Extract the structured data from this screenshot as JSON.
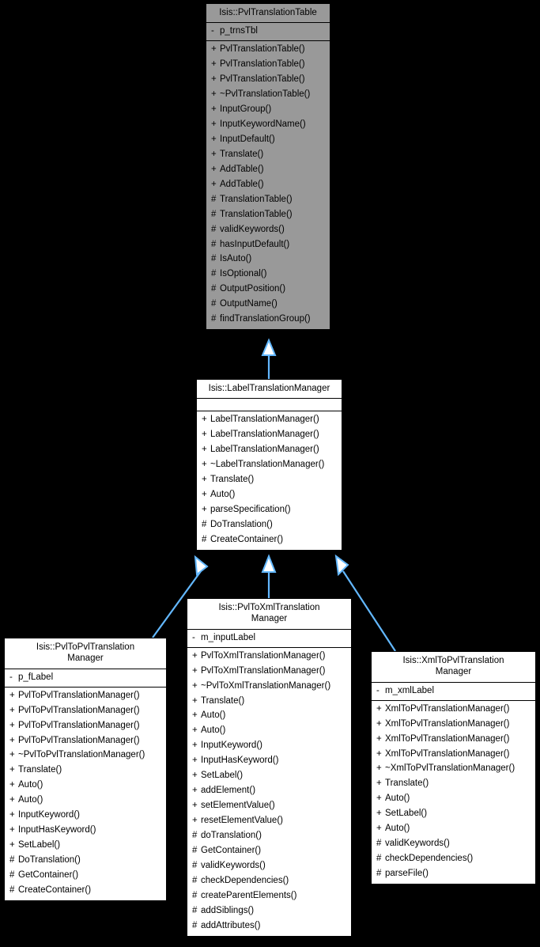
{
  "diagram": {
    "type": "uml-class-inheritance",
    "background_color": "#000000",
    "base_class_fill": "#999999",
    "derived_class_fill": "#ffffff",
    "border_color": "#000000",
    "arrow_color": "#63b8ff",
    "relationship": "inheritance"
  },
  "classes": {
    "pvl_translation_table": {
      "name": "Isis::PvlTranslationTable",
      "attributes": [
        {
          "visibility": "-",
          "label": "p_trnsTbl"
        }
      ],
      "operations": [
        {
          "visibility": "+",
          "label": "PvlTranslationTable()"
        },
        {
          "visibility": "+",
          "label": "PvlTranslationTable()"
        },
        {
          "visibility": "+",
          "label": "PvlTranslationTable()"
        },
        {
          "visibility": "+",
          "label": "~PvlTranslationTable()"
        },
        {
          "visibility": "+",
          "label": "InputGroup()"
        },
        {
          "visibility": "+",
          "label": "InputKeywordName()"
        },
        {
          "visibility": "+",
          "label": "InputDefault()"
        },
        {
          "visibility": "+",
          "label": "Translate()"
        },
        {
          "visibility": "+",
          "label": "AddTable()"
        },
        {
          "visibility": "+",
          "label": "AddTable()"
        },
        {
          "visibility": "#",
          "label": "TranslationTable()"
        },
        {
          "visibility": "#",
          "label": "TranslationTable()"
        },
        {
          "visibility": "#",
          "label": "validKeywords()"
        },
        {
          "visibility": "#",
          "label": "hasInputDefault()"
        },
        {
          "visibility": "#",
          "label": "IsAuto()"
        },
        {
          "visibility": "#",
          "label": "IsOptional()"
        },
        {
          "visibility": "#",
          "label": "OutputPosition()"
        },
        {
          "visibility": "#",
          "label": "OutputName()"
        },
        {
          "visibility": "#",
          "label": "findTranslationGroup()"
        }
      ]
    },
    "label_translation_manager": {
      "name": "Isis::LabelTranslationManager",
      "attributes": [],
      "operations": [
        {
          "visibility": "+",
          "label": "LabelTranslationManager()"
        },
        {
          "visibility": "+",
          "label": "LabelTranslationManager()"
        },
        {
          "visibility": "+",
          "label": "LabelTranslationManager()"
        },
        {
          "visibility": "+",
          "label": "~LabelTranslationManager()"
        },
        {
          "visibility": "+",
          "label": "Translate()"
        },
        {
          "visibility": "+",
          "label": "Auto()"
        },
        {
          "visibility": "+",
          "label": "parseSpecification()"
        },
        {
          "visibility": "#",
          "label": "DoTranslation()"
        },
        {
          "visibility": "#",
          "label": "CreateContainer()"
        }
      ]
    },
    "pvl_to_pvl_translation_manager": {
      "name": "Isis::PvlToPvlTranslation\nManager",
      "attributes": [
        {
          "visibility": "-",
          "label": "p_fLabel"
        }
      ],
      "operations": [
        {
          "visibility": "+",
          "label": "PvlToPvlTranslationManager()"
        },
        {
          "visibility": "+",
          "label": "PvlToPvlTranslationManager()"
        },
        {
          "visibility": "+",
          "label": "PvlToPvlTranslationManager()"
        },
        {
          "visibility": "+",
          "label": "PvlToPvlTranslationManager()"
        },
        {
          "visibility": "+",
          "label": "~PvlToPvlTranslationManager()"
        },
        {
          "visibility": "+",
          "label": "Translate()"
        },
        {
          "visibility": "+",
          "label": "Auto()"
        },
        {
          "visibility": "+",
          "label": "Auto()"
        },
        {
          "visibility": "+",
          "label": "InputKeyword()"
        },
        {
          "visibility": "+",
          "label": "InputHasKeyword()"
        },
        {
          "visibility": "+",
          "label": "SetLabel()"
        },
        {
          "visibility": "#",
          "label": "DoTranslation()"
        },
        {
          "visibility": "#",
          "label": "GetContainer()"
        },
        {
          "visibility": "#",
          "label": "CreateContainer()"
        }
      ]
    },
    "pvl_to_xml_translation_manager": {
      "name": "Isis::PvlToXmlTranslation\nManager",
      "attributes": [
        {
          "visibility": "-",
          "label": "m_inputLabel"
        }
      ],
      "operations": [
        {
          "visibility": "+",
          "label": "PvlToXmlTranslationManager()"
        },
        {
          "visibility": "+",
          "label": "PvlToXmlTranslationManager()"
        },
        {
          "visibility": "+",
          "label": "~PvlToXmlTranslationManager()"
        },
        {
          "visibility": "+",
          "label": "Translate()"
        },
        {
          "visibility": "+",
          "label": "Auto()"
        },
        {
          "visibility": "+",
          "label": "Auto()"
        },
        {
          "visibility": "+",
          "label": "InputKeyword()"
        },
        {
          "visibility": "+",
          "label": "InputHasKeyword()"
        },
        {
          "visibility": "+",
          "label": "SetLabel()"
        },
        {
          "visibility": "+",
          "label": "addElement()"
        },
        {
          "visibility": "+",
          "label": "setElementValue()"
        },
        {
          "visibility": "+",
          "label": "resetElementValue()"
        },
        {
          "visibility": "#",
          "label": "doTranslation()"
        },
        {
          "visibility": "#",
          "label": "GetContainer()"
        },
        {
          "visibility": "#",
          "label": "validKeywords()"
        },
        {
          "visibility": "#",
          "label": "checkDependencies()"
        },
        {
          "visibility": "#",
          "label": "createParentElements()"
        },
        {
          "visibility": "#",
          "label": "addSiblings()"
        },
        {
          "visibility": "#",
          "label": "addAttributes()"
        }
      ]
    },
    "xml_to_pvl_translation_manager": {
      "name": "Isis::XmlToPvlTranslation\nManager",
      "attributes": [
        {
          "visibility": "-",
          "label": "m_xmlLabel"
        }
      ],
      "operations": [
        {
          "visibility": "+",
          "label": "XmlToPvlTranslationManager()"
        },
        {
          "visibility": "+",
          "label": "XmlToPvlTranslationManager()"
        },
        {
          "visibility": "+",
          "label": "XmlToPvlTranslationManager()"
        },
        {
          "visibility": "+",
          "label": "XmlToPvlTranslationManager()"
        },
        {
          "visibility": "+",
          "label": "~XmlToPvlTranslationManager()"
        },
        {
          "visibility": "+",
          "label": "Translate()"
        },
        {
          "visibility": "+",
          "label": "Auto()"
        },
        {
          "visibility": "+",
          "label": "SetLabel()"
        },
        {
          "visibility": "+",
          "label": "Auto()"
        },
        {
          "visibility": "#",
          "label": "validKeywords()"
        },
        {
          "visibility": "#",
          "label": "checkDependencies()"
        },
        {
          "visibility": "#",
          "label": "parseFile()"
        }
      ]
    }
  }
}
